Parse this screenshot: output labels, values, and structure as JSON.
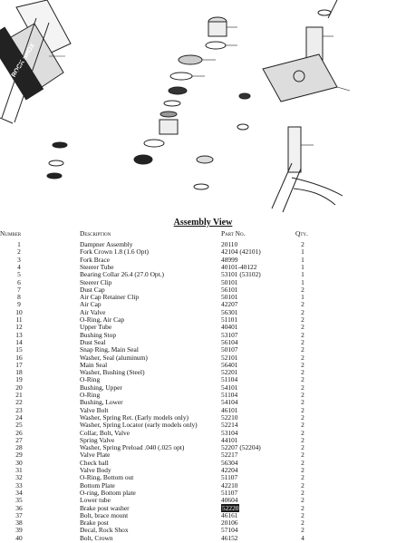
{
  "title": "Assembly View",
  "columns": {
    "number": "Number",
    "description": "Description",
    "part_no": "Part No.",
    "qty": "Qty."
  },
  "brand_marks": {
    "left_tube": "ROCK SHOX",
    "left_tube_2": "QUADRA"
  },
  "parts": [
    {
      "n": "1",
      "d": "Dampner Assembly",
      "p": "20110",
      "q": "2"
    },
    {
      "n": "2",
      "d": "Fork Crown 1.8 (1.6 Opt)",
      "p": "42104 (42101)",
      "q": "1"
    },
    {
      "n": "3",
      "d": "Fork Brace",
      "p": "48999",
      "q": "1"
    },
    {
      "n": "4",
      "d": "Steerer Tube",
      "p": "40101-40122",
      "q": "1"
    },
    {
      "n": "5",
      "d": "Bearing Collar 26.4 (27.0 Opt.)",
      "p": "53101 (53102)",
      "q": "1"
    },
    {
      "n": "6",
      "d": "Steerer Clip",
      "p": "50101",
      "q": "1"
    },
    {
      "n": "7",
      "d": "Dust Cap",
      "p": "56101",
      "q": "2"
    },
    {
      "n": "8",
      "d": "Air Cap Retainer Clip",
      "p": "50101",
      "q": "1"
    },
    {
      "n": "9",
      "d": "Air Cap",
      "p": "42207",
      "q": "2"
    },
    {
      "n": "10",
      "d": "Air Valve",
      "p": "56301",
      "q": "2"
    },
    {
      "n": "11",
      "d": "O-Ring, Air Cap",
      "p": "51101",
      "q": "2"
    },
    {
      "n": "12",
      "d": "Upper Tube",
      "p": "40401",
      "q": "2"
    },
    {
      "n": "13",
      "d": "Bushing Stop",
      "p": "53107",
      "q": "2"
    },
    {
      "n": "14",
      "d": "Dust Seal",
      "p": "56104",
      "q": "2"
    },
    {
      "n": "15",
      "d": "Snap Ring, Main Seal",
      "p": "50107",
      "q": "2"
    },
    {
      "n": "16",
      "d": "Washer, Seal (aluminum)",
      "p": "52101",
      "q": "2"
    },
    {
      "n": "17",
      "d": "Main Seal",
      "p": "56401",
      "q": "2"
    },
    {
      "n": "18",
      "d": "Washer, Bushing (Steel)",
      "p": "52201",
      "q": "2"
    },
    {
      "n": "19",
      "d": "O-Ring",
      "p": "51104",
      "q": "2"
    },
    {
      "n": "20",
      "d": "Bushing, Upper",
      "p": "54101",
      "q": "2"
    },
    {
      "n": "21",
      "d": "O-Ring",
      "p": "51104",
      "q": "2"
    },
    {
      "n": "22",
      "d": "Bushing, Lower",
      "p": "54104",
      "q": "2"
    },
    {
      "n": "23",
      "d": "Valve Bolt",
      "p": "46101",
      "q": "2"
    },
    {
      "n": "24",
      "d": "Washer, Spring Ret. (Early models only)",
      "p": "52210",
      "q": "2"
    },
    {
      "n": "25",
      "d": "Washer, Spring Locator (early models only)",
      "p": "52214",
      "q": "2"
    },
    {
      "n": "26",
      "d": "Collar, Bolt, Valve",
      "p": "53104",
      "q": "2"
    },
    {
      "n": "27",
      "d": "Spring Valve",
      "p": "44101",
      "q": "2"
    },
    {
      "n": "28",
      "d": "Washer, Spring Preload .040 (.025 opt)",
      "p": "52207 (52204)",
      "q": "2"
    },
    {
      "n": "29",
      "d": "Valve Plate",
      "p": "52217",
      "q": "2"
    },
    {
      "n": "30",
      "d": "Check ball",
      "p": "56304",
      "q": "2"
    },
    {
      "n": "31",
      "d": "Valve Body",
      "p": "42204",
      "q": "2"
    },
    {
      "n": "32",
      "d": "O-Ring, Bottom out",
      "p": "51107",
      "q": "2"
    },
    {
      "n": "33",
      "d": "Bottom Plate",
      "p": "42210",
      "q": "2"
    },
    {
      "n": "34",
      "d": "O-ring, Bottom plate",
      "p": "51107",
      "q": "2"
    },
    {
      "n": "35",
      "d": "Lower tube",
      "p": "40604",
      "q": "2"
    },
    {
      "n": "36",
      "d": "Brake post washer",
      "p": "52220",
      "q": "2",
      "hl": true
    },
    {
      "n": "37",
      "d": "Bolt, brace mount",
      "p": "46161",
      "q": "2"
    },
    {
      "n": "38",
      "d": "Brake post",
      "p": "20106",
      "q": "2"
    },
    {
      "n": "39",
      "d": "Decal, Rock Shox",
      "p": "57104",
      "q": "2"
    },
    {
      "n": "40",
      "d": "Bolt, Crown",
      "p": "46152",
      "q": "4"
    }
  ]
}
